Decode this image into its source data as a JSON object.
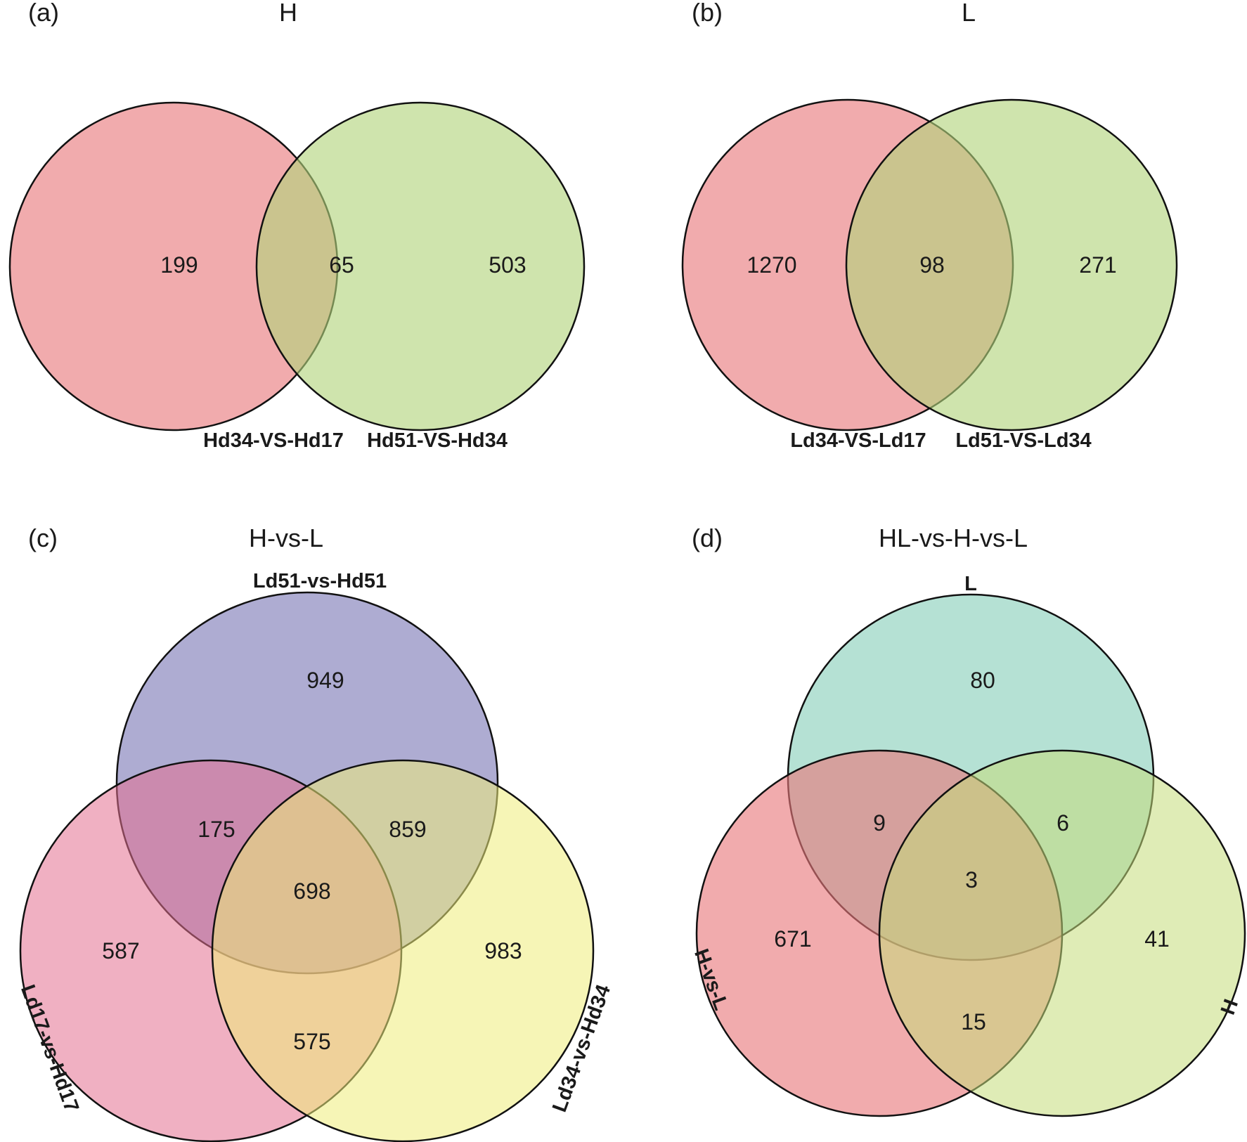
{
  "panels": {
    "a": {
      "tag": "(a)",
      "title": "H",
      "sets": [
        {
          "label": "Hd34-VS-Hd17",
          "color": "#e8787a"
        },
        {
          "label": "Hd51-VS-Hd34",
          "color": "#b2d37a"
        }
      ],
      "counts": {
        "only_1": "199",
        "both": "65",
        "only_2": "503"
      }
    },
    "b": {
      "tag": "(b)",
      "title": "L",
      "sets": [
        {
          "label": "Ld34-VS-Ld17",
          "color": "#e8787a"
        },
        {
          "label": "Ld51-VS-Ld34",
          "color": "#b2d37a"
        }
      ],
      "counts": {
        "only_1": "1270",
        "both": "98",
        "only_2": "271"
      }
    },
    "c": {
      "tag": "(c)",
      "title": "H-vs-L",
      "sets": [
        {
          "label": "Ld51-vs-Hd51",
          "color": "#6b68ad"
        },
        {
          "label": "Ld17-vs-Hd17",
          "color": "#e4708f"
        },
        {
          "label": "Ld34-vs-Hd34",
          "color": "#eeec7a"
        }
      ],
      "counts": {
        "top_only": "949",
        "top_left": "175",
        "top_right": "859",
        "all": "698",
        "left_only": "587",
        "right_only": "983",
        "left_right": "575"
      }
    },
    "d": {
      "tag": "(d)",
      "title": "HL-vs-H-vs-L",
      "sets": [
        {
          "label": "L",
          "color": "#79c9b1"
        },
        {
          "label": "H-vs-L",
          "color": "#e8787a"
        },
        {
          "label": "H",
          "color": "#c4dc7a"
        }
      ],
      "counts": {
        "top_only": "80",
        "top_left": "9",
        "top_right": "6",
        "all": "3",
        "left_only": "671",
        "right_only": "41",
        "left_right": "15"
      }
    }
  }
}
